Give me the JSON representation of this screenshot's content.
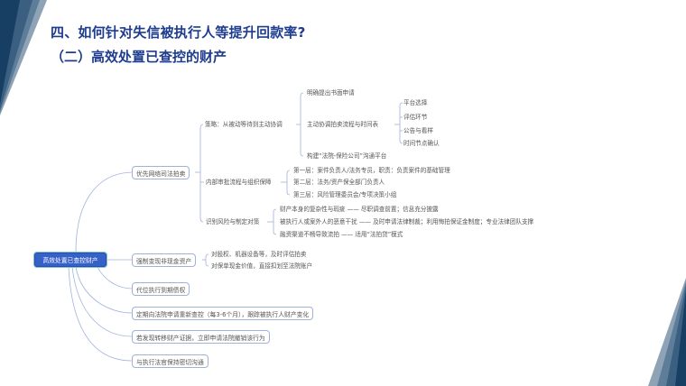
{
  "header": {
    "title": "四、如何针对失信被执行人等提升回款率?",
    "subtitle": "（二）高效处置已查控的财产"
  },
  "colors": {
    "title": "#1f3d8f",
    "root_fill": "#3561c8",
    "connector": "#9fb3d9",
    "deco_dark": "#173f63",
    "deco_light": "#7f97ad"
  },
  "mindmap": {
    "root": "高效处置已查控财产",
    "branches": [
      {
        "label": "优先网络司法拍卖",
        "children": [
          {
            "label": "策略：从被动等待到主动协调",
            "children": [
              {
                "label": "明确提出书面申请"
              },
              {
                "label": "主动协调拍卖流程与时间表",
                "children": [
                  "平台选择",
                  "评估环节",
                  "公告与看样",
                  "时间节点确认"
                ]
              },
              {
                "label": "构建“法院-保险公司”沟通平台"
              }
            ]
          },
          {
            "label": "内部审批流程与组织保障",
            "children": [
              "第一层：案件负责人/法务专员，职责：负责案件的基础管理",
              "第二层：法务/资产保全部门负责人",
              "第三层：风险管理委员会/专项决策小组"
            ]
          },
          {
            "label": "识别风险与制定对策",
            "children": [
              "财产本身的复杂性与瑕疵 —— 尽职调查前置；信息充分披露",
              "被执行人或案外人的恶意干扰 —— 及时申请法律制裁；利用悔拍保证金制度；专业法律团队支撑",
              "融资渠道不畅导致流拍 —— 适用“法拍贷”模式"
            ]
          }
        ]
      },
      {
        "label": "强制变现非现金资产",
        "children": [
          "对股权、机器设备等，及时评估拍卖",
          "对保单现金价值，直接扣划至法院账户"
        ]
      },
      {
        "label": "代位执行到期债权"
      },
      {
        "label": "定期向法院申请重新查控（每3-6个月），跟踪被执行人财产变化"
      },
      {
        "label": "若发现转移财产证据，立即申请法院撤销该行为"
      },
      {
        "label": "与执行法官保持密切沟通"
      }
    ]
  }
}
